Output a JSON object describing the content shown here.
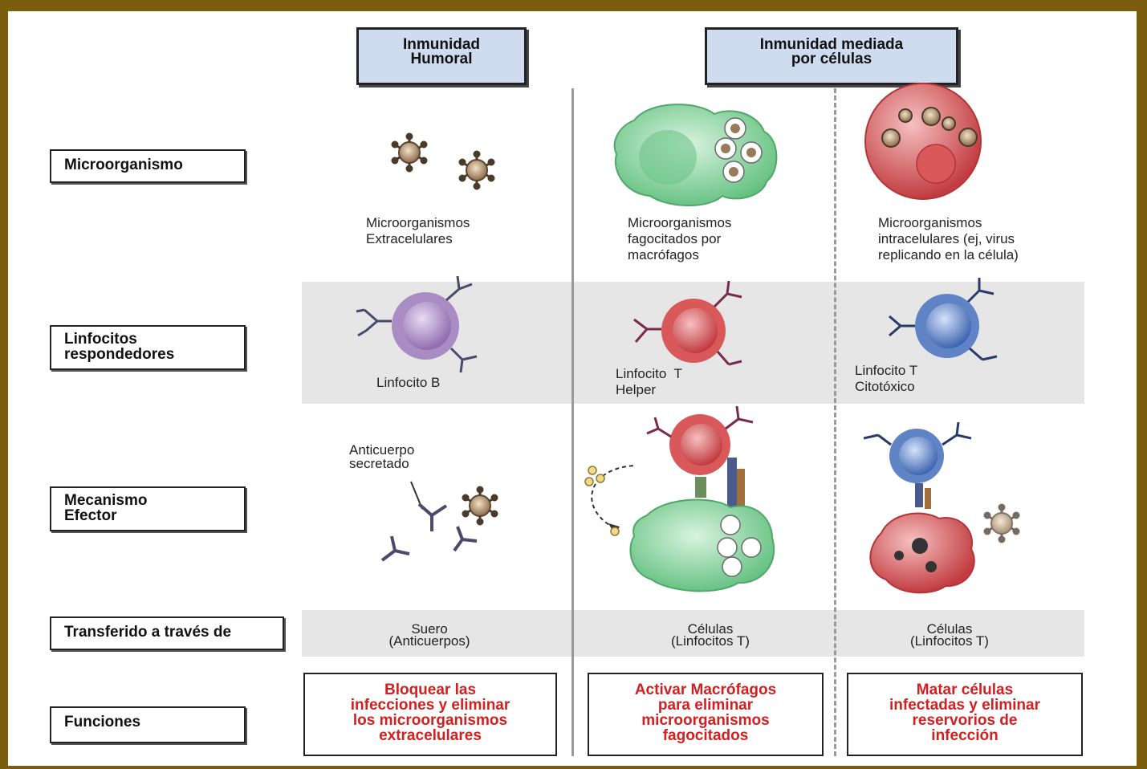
{
  "headers": {
    "humoral": [
      "Inmunidad",
      "Humoral"
    ],
    "cellular": [
      "Inmunidad mediada",
      "por células"
    ]
  },
  "row_labels": {
    "microorganism": [
      "Microorganismo"
    ],
    "lymphocytes": [
      "Linfocitos",
      "respondedores"
    ],
    "mechanism": [
      "Mecanismo",
      "Efector"
    ],
    "transferred": [
      "Transferido a través de"
    ],
    "functions": [
      "Funciones"
    ]
  },
  "microorganism_captions": {
    "humoral": [
      "Microorganismos",
      "Extracelulares"
    ],
    "phagocytosed": [
      "Microorganismos",
      "fagocitados por",
      "macrófagos"
    ],
    "intracellular": [
      "Microorganismos",
      "intracelulares (ej, virus",
      "replicando en la célula)"
    ]
  },
  "lymphocyte_captions": {
    "b_cell": [
      "Linfocito B"
    ],
    "helper": [
      "Linfocito  T",
      "Helper"
    ],
    "cytotoxic": [
      "Linfocito T",
      "Citotóxico"
    ]
  },
  "mechanism_captions": {
    "antibody": [
      "Anticuerpo",
      "secretado"
    ]
  },
  "transferred": {
    "humoral": [
      "Suero",
      "(Anticuerpos)"
    ],
    "helper": [
      "Células",
      "(Linfocitos T)"
    ],
    "cytotoxic": [
      "Células",
      "(Linfocitos T)"
    ]
  },
  "functions": {
    "humoral": [
      "Bloquear las",
      "infecciones y eliminar",
      "los microorganismos",
      "extracelulares"
    ],
    "helper": [
      "Activar Macrófagos",
      "para eliminar",
      "microorganismos",
      "fagocitados"
    ],
    "cytotoxic": [
      "Matar células",
      "infectadas y eliminar",
      "reservorios de",
      "infección"
    ]
  },
  "colors": {
    "frame": "#7a5e0e",
    "header_fill": "#cfdcef",
    "band_fill": "#e6e6e6",
    "function_text": "#d21f1f",
    "b_cell": "#a98cc4",
    "helper_cell": "#d9585a",
    "cytotoxic_cell": "#5f83c4",
    "macrophage": "#7ccf94",
    "infected_cell": "#d9585a"
  },
  "icons": [
    "microbe-icon",
    "macrophage-icon",
    "infected-cell-icon",
    "b-lymphocyte-icon",
    "helper-t-lymphocyte-icon",
    "cytotoxic-t-lymphocyte-icon",
    "antibody-icon"
  ]
}
